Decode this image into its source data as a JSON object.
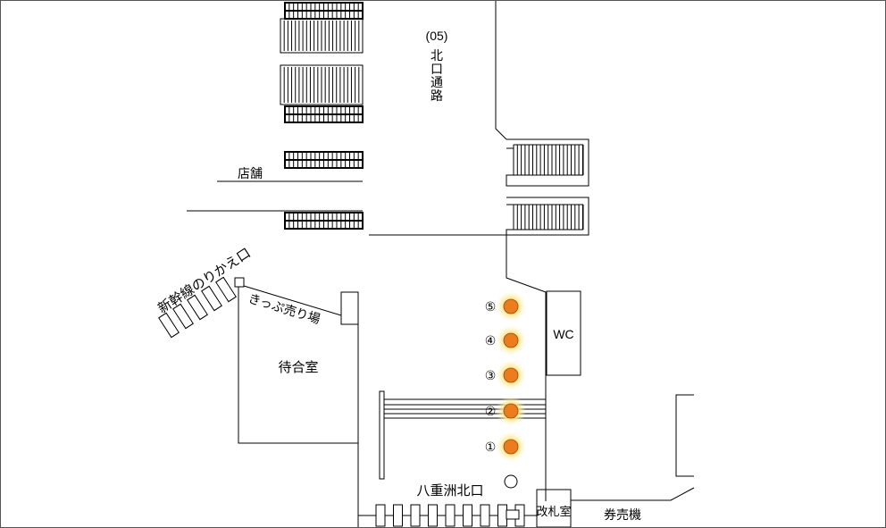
{
  "labels": {
    "exit_code": "(05)",
    "corridor_name": "北口通路",
    "shop": "店舗",
    "shinkansen_transfer": "新幹線のりかえ口",
    "ticket_counter": "きっぷ売り場",
    "waiting_room": "待合室",
    "restroom": "WC",
    "north_exit": "八重洲北口",
    "station_office": "改札室",
    "ticket_machines": "券売機"
  },
  "platform_spots": [
    {
      "number": "⑤"
    },
    {
      "number": "④"
    },
    {
      "number": "③"
    },
    {
      "number": "②"
    },
    {
      "number": "①"
    }
  ],
  "colors": {
    "spot_fill": "#ec7d1f",
    "spot_glow": "#ffe07a",
    "line": "#000000"
  }
}
